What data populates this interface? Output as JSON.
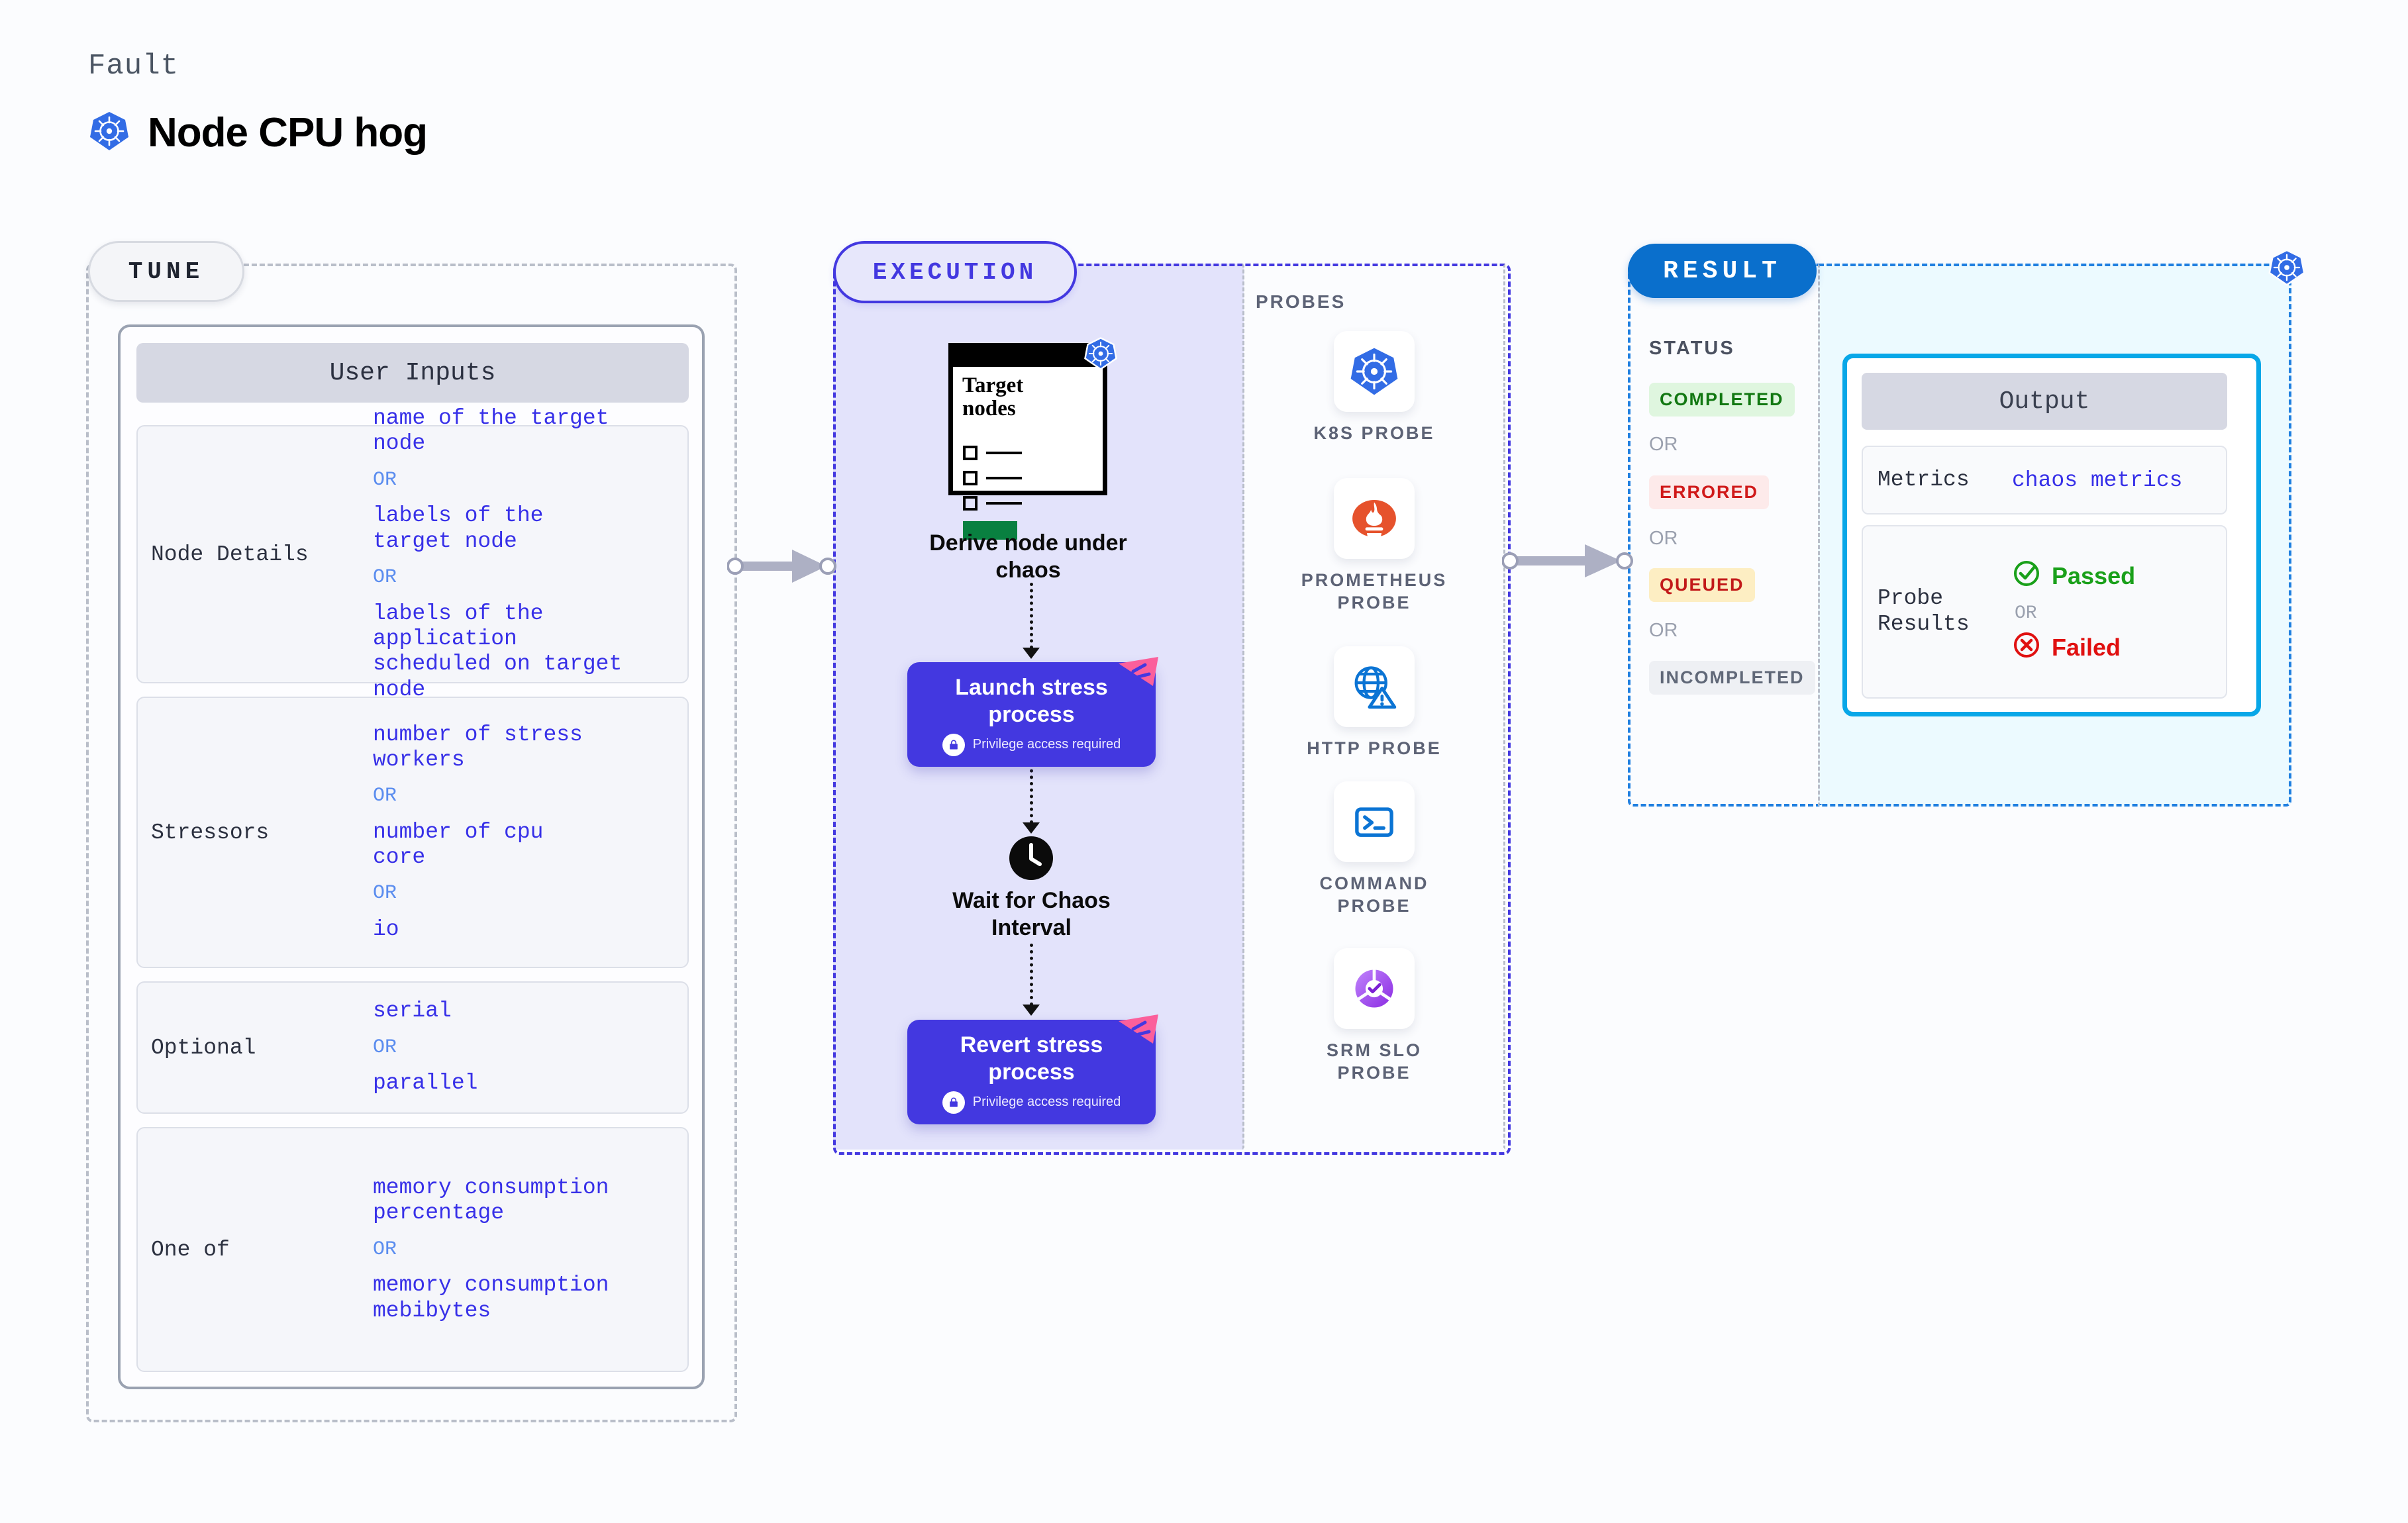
{
  "header": {
    "eyebrow": "Fault",
    "title": "Node CPU hog",
    "icon": "kubernetes-icon"
  },
  "tune": {
    "pill_label": "TUNE",
    "card_title": "User Inputs",
    "groups": [
      {
        "label": "Node Details",
        "values": [
          "name of the target\nnode",
          "labels of the\ntarget node",
          "labels of the application\n scheduled on target node"
        ],
        "separators": [
          "OR",
          "OR"
        ]
      },
      {
        "label": "Stressors",
        "values": [
          "number of stress\nworkers",
          "number of cpu\ncore",
          "io"
        ],
        "separators": [
          "OR",
          "OR"
        ]
      },
      {
        "label": "Optional",
        "values": [
          "serial",
          "parallel"
        ],
        "separators": [
          "OR"
        ]
      },
      {
        "label": "One of",
        "values": [
          "memory consumption\npercentage",
          "memory consumption\nmebibytes"
        ],
        "separators": [
          "OR"
        ]
      }
    ]
  },
  "execution": {
    "pill_label": "EXECUTION",
    "target_doc_title": "Target\nnodes",
    "derive_caption": "Derive node under\nchaos",
    "launch": {
      "title": "Launch stress\nprocess",
      "subtitle": "Privilege access required",
      "icon": "lock-icon"
    },
    "wait_caption": "Wait for Chaos\nInterval",
    "wait_icon": "clock-icon",
    "revert": {
      "title": "Revert stress\nprocess",
      "subtitle": "Privilege access required",
      "icon": "lock-icon"
    }
  },
  "probes": {
    "title": "PROBES",
    "items": [
      {
        "name": "K8S PROBE",
        "icon": "kubernetes-icon"
      },
      {
        "name": "PROMETHEUS\nPROBE",
        "icon": "prometheus-icon"
      },
      {
        "name": "HTTP PROBE",
        "icon": "globe-warning-icon"
      },
      {
        "name": "COMMAND\nPROBE",
        "icon": "terminal-icon"
      },
      {
        "name": "SRM SLO\nPROBE",
        "icon": "slo-gauge-icon"
      }
    ]
  },
  "result": {
    "pill_label": "RESULT",
    "status_title": "STATUS",
    "statuses": [
      "COMPLETED",
      "ERRORED",
      "QUEUED",
      "INCOMPLETED"
    ],
    "separator": "OR",
    "output": {
      "title": "Output",
      "metrics_label": "Metrics",
      "metrics_value": "chaos metrics",
      "probe_results_label": "Probe\nResults",
      "passed": "Passed",
      "failed": "Failed",
      "separator": "OR",
      "passed_icon": "check-circle-icon",
      "failed_icon": "x-circle-icon"
    }
  },
  "colors": {
    "execution_accent": "#4338e0",
    "result_accent": "#0a6fcc",
    "output_border": "#08a7e8",
    "kubernetes_blue": "#326ce5",
    "value_text": "#3730e8",
    "or_text": "#5b8def",
    "passed_green": "#1aa01a",
    "failed_red": "#e01010"
  }
}
